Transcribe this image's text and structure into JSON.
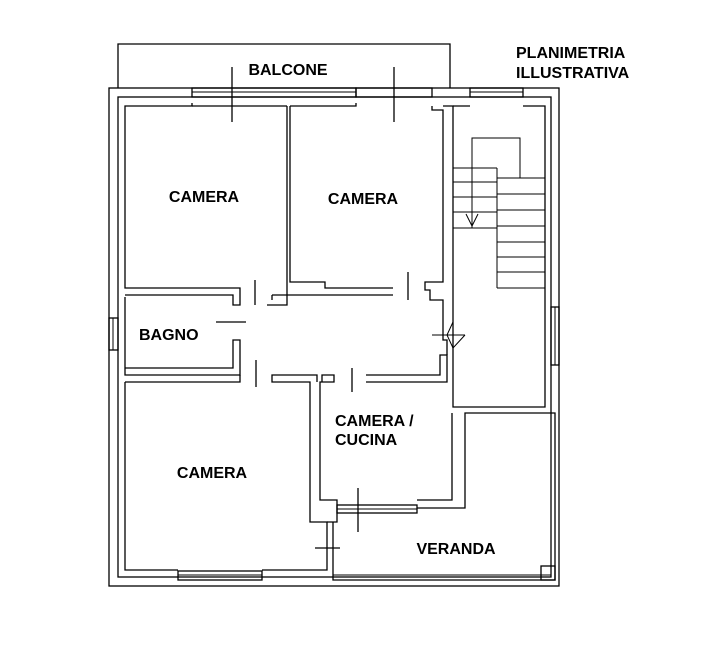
{
  "title": {
    "line1": "PLANIMETRIA",
    "line2": "ILLUSTRATIVA"
  },
  "rooms": {
    "balcone": "BALCONE",
    "camera_top_left": "CAMERA",
    "camera_top_center": "CAMERA",
    "bagno": "BAGNO",
    "camera_bottom_left": "CAMERA",
    "camera_cucina_line1": "CAMERA /",
    "camera_cucina_line2": "CUCINA",
    "veranda": "VERANDA"
  },
  "colors": {
    "line": "#000000",
    "background": "#ffffff"
  }
}
